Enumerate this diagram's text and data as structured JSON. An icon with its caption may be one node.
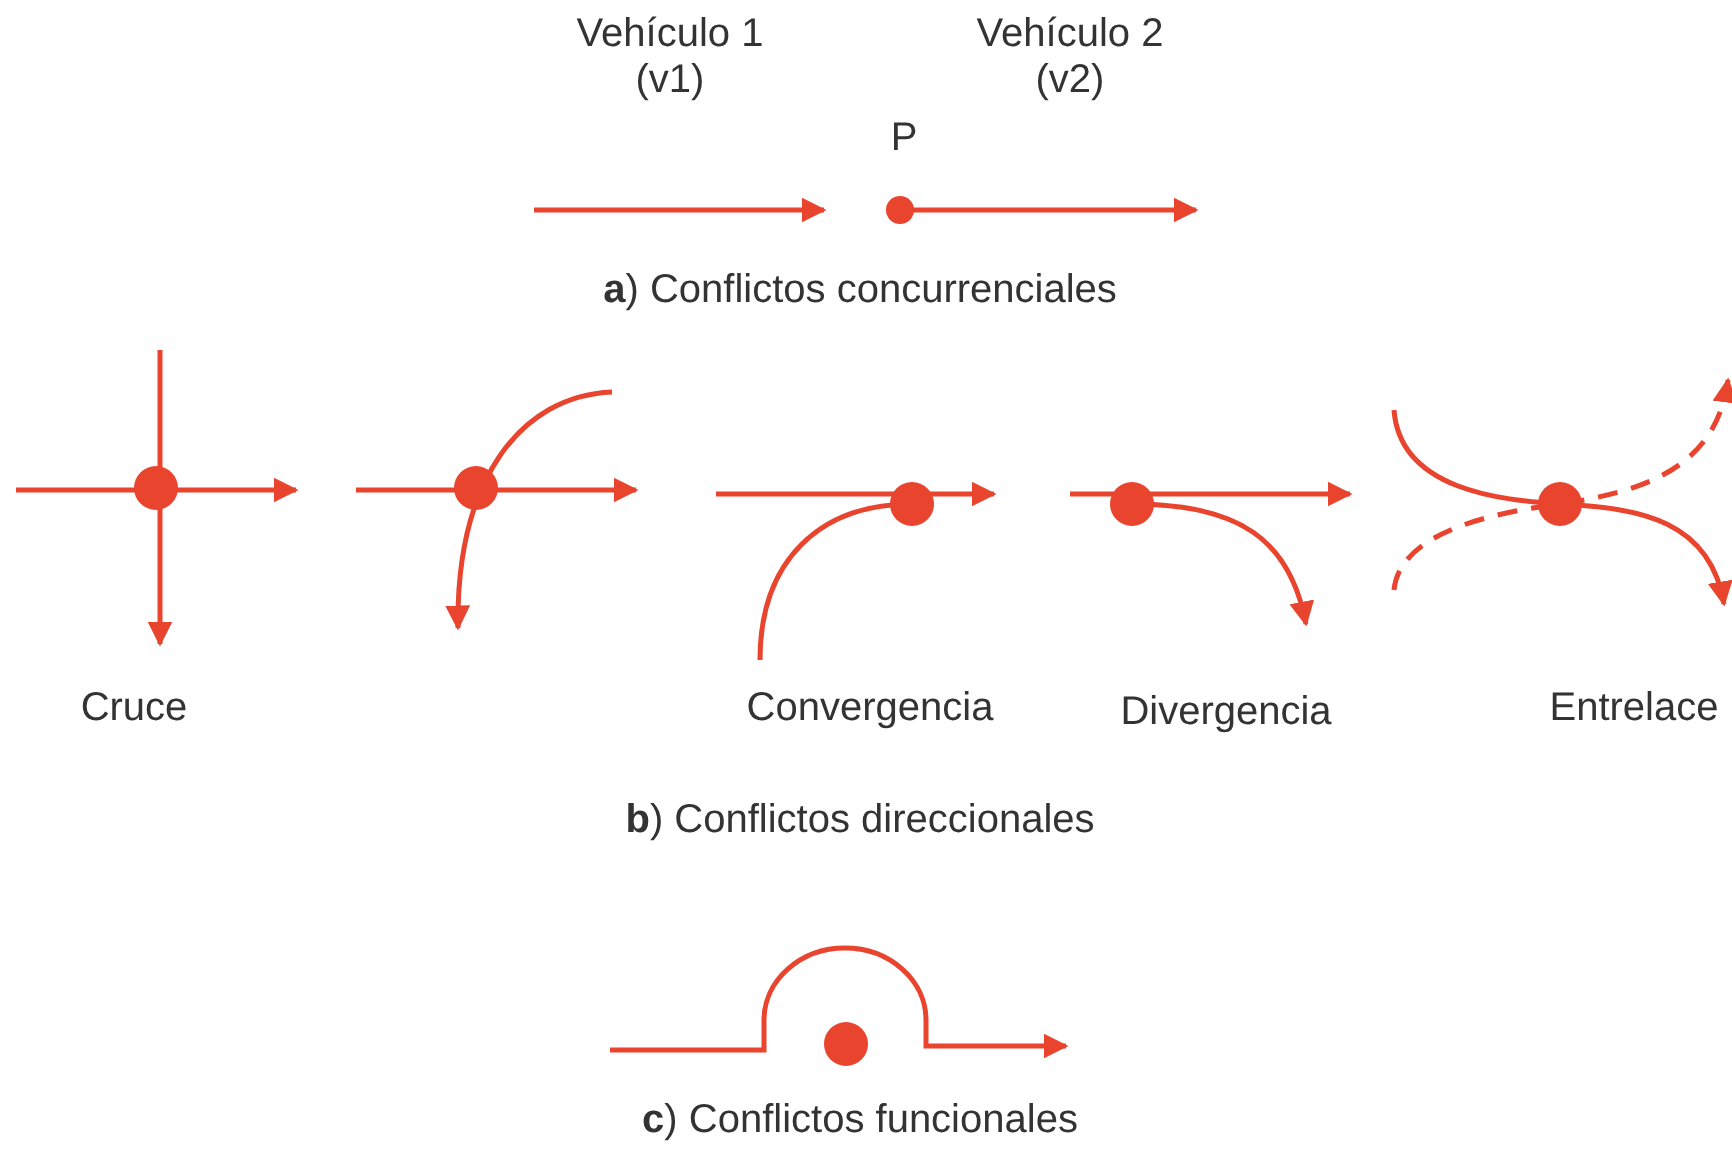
{
  "diagram": {
    "labels": [
      "Vehículo 1 (v1)",
      "Vehículo 2 (v2)",
      "P",
      "**a**) Conflictos concurrenciales",
      "Cruce",
      "Convergencia",
      "Divergencia",
      "Entrelace",
      "**b**) Conflictos direccionales",
      "**c**) Conflictos funcionales"
    ]
  }
}
